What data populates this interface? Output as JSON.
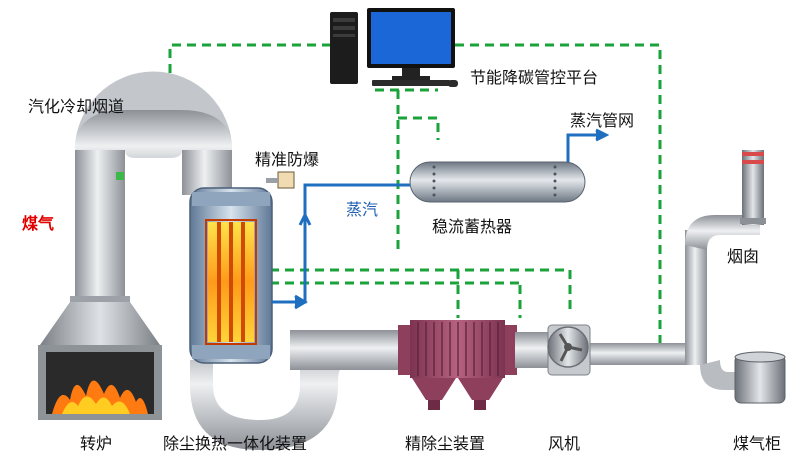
{
  "labels": {
    "control_platform": "节能降碳管控平台",
    "flue_duct": "汽化冷却烟道",
    "precise_explosion_proof": "精准防爆",
    "steam_network": "蒸汽管网",
    "coal_gas": "煤气",
    "steam": "蒸汽",
    "accumulator": "稳流蓄热器",
    "chimney": "烟囱",
    "converter": "转炉",
    "dust_heat_device": "除尘换热一体化装置",
    "fine_dust_device": "精除尘装置",
    "fan": "风机",
    "gas_holder": "煤气柜"
  },
  "colors": {
    "pipe_gray": "#b9bdc2",
    "control_line": "#1aa33a",
    "steam_line": "#1f6fc0",
    "dust_device": "#9a4a66",
    "gas_text": "#e00000",
    "steam_text": "#1f5fb0"
  },
  "icons": [
    "computer-icon",
    "flame-icon",
    "explosion-proof-sensor-icon",
    "fan-icon"
  ]
}
